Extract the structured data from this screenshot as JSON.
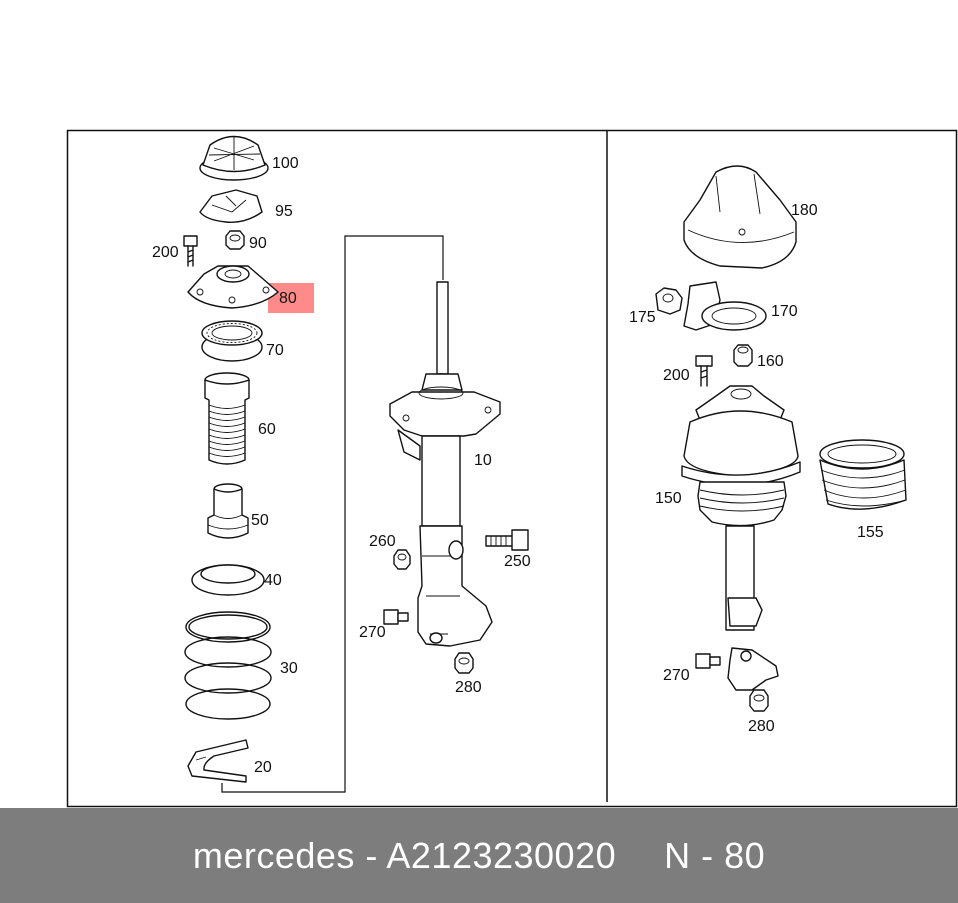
{
  "labels": {
    "p100": "100",
    "p95": "95",
    "p90": "90",
    "p200a": "200",
    "p80": "80",
    "p70": "70",
    "p60": "60",
    "p50": "50",
    "p40": "40",
    "p30": "30",
    "p20": "20",
    "p10": "10",
    "p260": "260",
    "p250": "250",
    "p270a": "270",
    "p280a": "280",
    "p180": "180",
    "p175": "175",
    "p170": "170",
    "p200b": "200",
    "p160": "160",
    "p150": "150",
    "p155": "155",
    "p270b": "270",
    "p280b": "280"
  },
  "highlight": {
    "part": "80",
    "color": "#ff8a8a"
  },
  "footer": {
    "brand_part": "mercedes - A2123230020",
    "position": "N - 80"
  },
  "colors": {
    "footer_bg": "#7d7d7d",
    "line": "#111111"
  }
}
